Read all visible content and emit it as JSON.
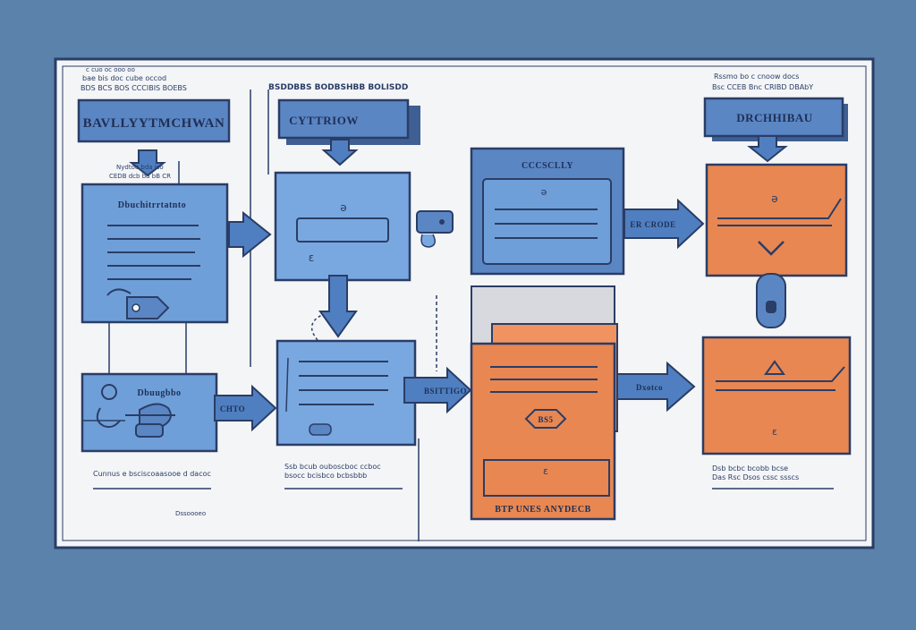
{
  "colors": {
    "background": "#5a82aa",
    "panel": "#f4f5f7",
    "ink": "#2a3d66",
    "blue_box": "#6f9fd8",
    "blue_box_dark": "#4f7fc0",
    "blue_label": "#4d79b8",
    "orange_box": "#e88752",
    "orange_box_light": "#f09360",
    "gray_box": "#d7d9de"
  },
  "top_labels": {
    "left_header": "BAVLLYYTMCHWAN",
    "middle_header": "CYTTRIOW",
    "right_header": "DRCHHIBAU"
  },
  "box_titles": {
    "document_left": "Dbuchitrrtatnto",
    "center_top": "CCCSCLLY",
    "left_bottom": "Dbuugbbo",
    "center_bottom_orange": "BTP UNES ANYDECB",
    "center_orange_badge": "BS5"
  },
  "arrow_labels": {
    "to_orange": "ER CRODE",
    "to_center_orange": "BSITTIGO",
    "to_right_bottom": "Dxotco",
    "left_bottom_arrow": "CHTO"
  },
  "captions": {
    "top_left_1": "c cuo oc ooo oo",
    "top_left_2": "bae bis doc cube occod",
    "top_left_3": "BDS BCS BOS CCCIBIS BOEBS",
    "top_middle": "BSDDBBS BODBSHBB BOLISDD",
    "top_right_1": "Rssmo bo c cnoow docs",
    "top_right_2": "Bsc CCEB Bnc CRIBD DBAbY",
    "left_mid_1": "Nydtoe bda iso",
    "left_mid_2": "CEDB dcb bd bB CR",
    "bottom_left_1": "Cunnus e bsciscoaasooe d dacoc",
    "bottom_left_2": "Dssoooeo",
    "bottom_middle_1": "Ssb bcub ouboscboc ccboc",
    "bottom_middle_2": "bsocc bcisbco bcbsbbb",
    "bottom_right_1": "Dsb bcbc bcobb bcse",
    "bottom_right_2": "Das Rsc Dsos cssc ssscs"
  }
}
